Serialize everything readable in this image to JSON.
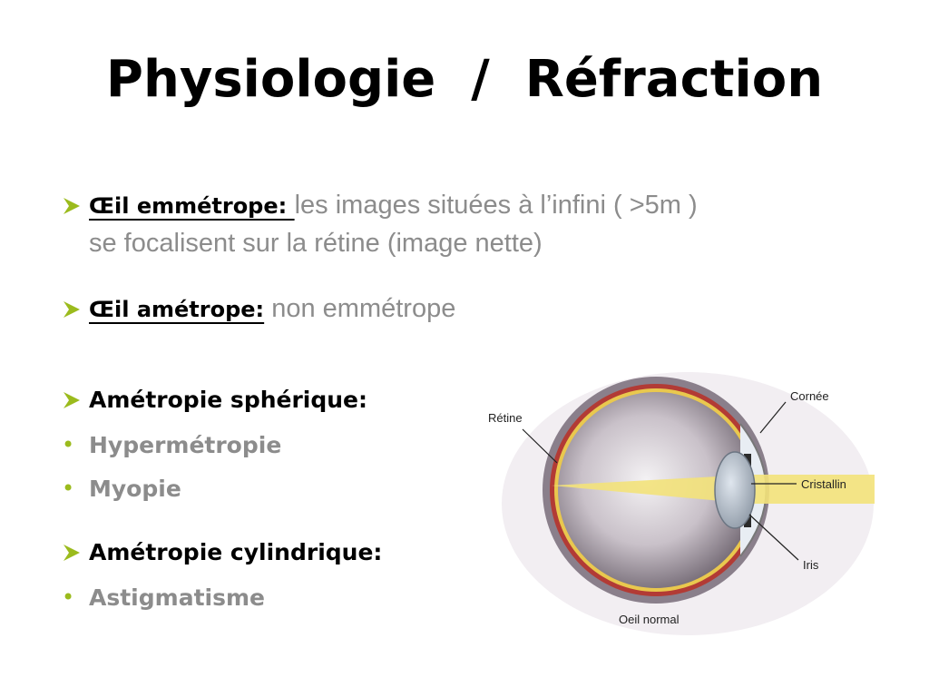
{
  "title": "Physiologie  /  Réfraction",
  "bullets": {
    "emmetrope": {
      "term": "Œil emmétrope: ",
      "desc_line1": "les images situées à l’infini  ( >5m )",
      "desc_line2": "se focalisent sur la rétine (image nette)"
    },
    "ametrope": {
      "term": "Œil amétrope:",
      "desc": " non emmétrope"
    },
    "spherique": {
      "heading": "Amétropie sphérique:",
      "items": [
        "Hypermétropie",
        "Myopie"
      ]
    },
    "cylindrique": {
      "heading": "Amétropie  cylindrique:",
      "items": [
        "Astigmatisme"
      ]
    }
  },
  "figure": {
    "labels": {
      "retine": "Rétine",
      "cornee": "Cornée",
      "cristallin": "Cristallin",
      "iris": "Iris",
      "caption": "Oeil normal"
    }
  },
  "colors": {
    "arrow": "#9bbb1d",
    "bullet": "#9bbb1d",
    "muted_text": "#8c8c8c",
    "light_ray": "#f3e27a"
  }
}
